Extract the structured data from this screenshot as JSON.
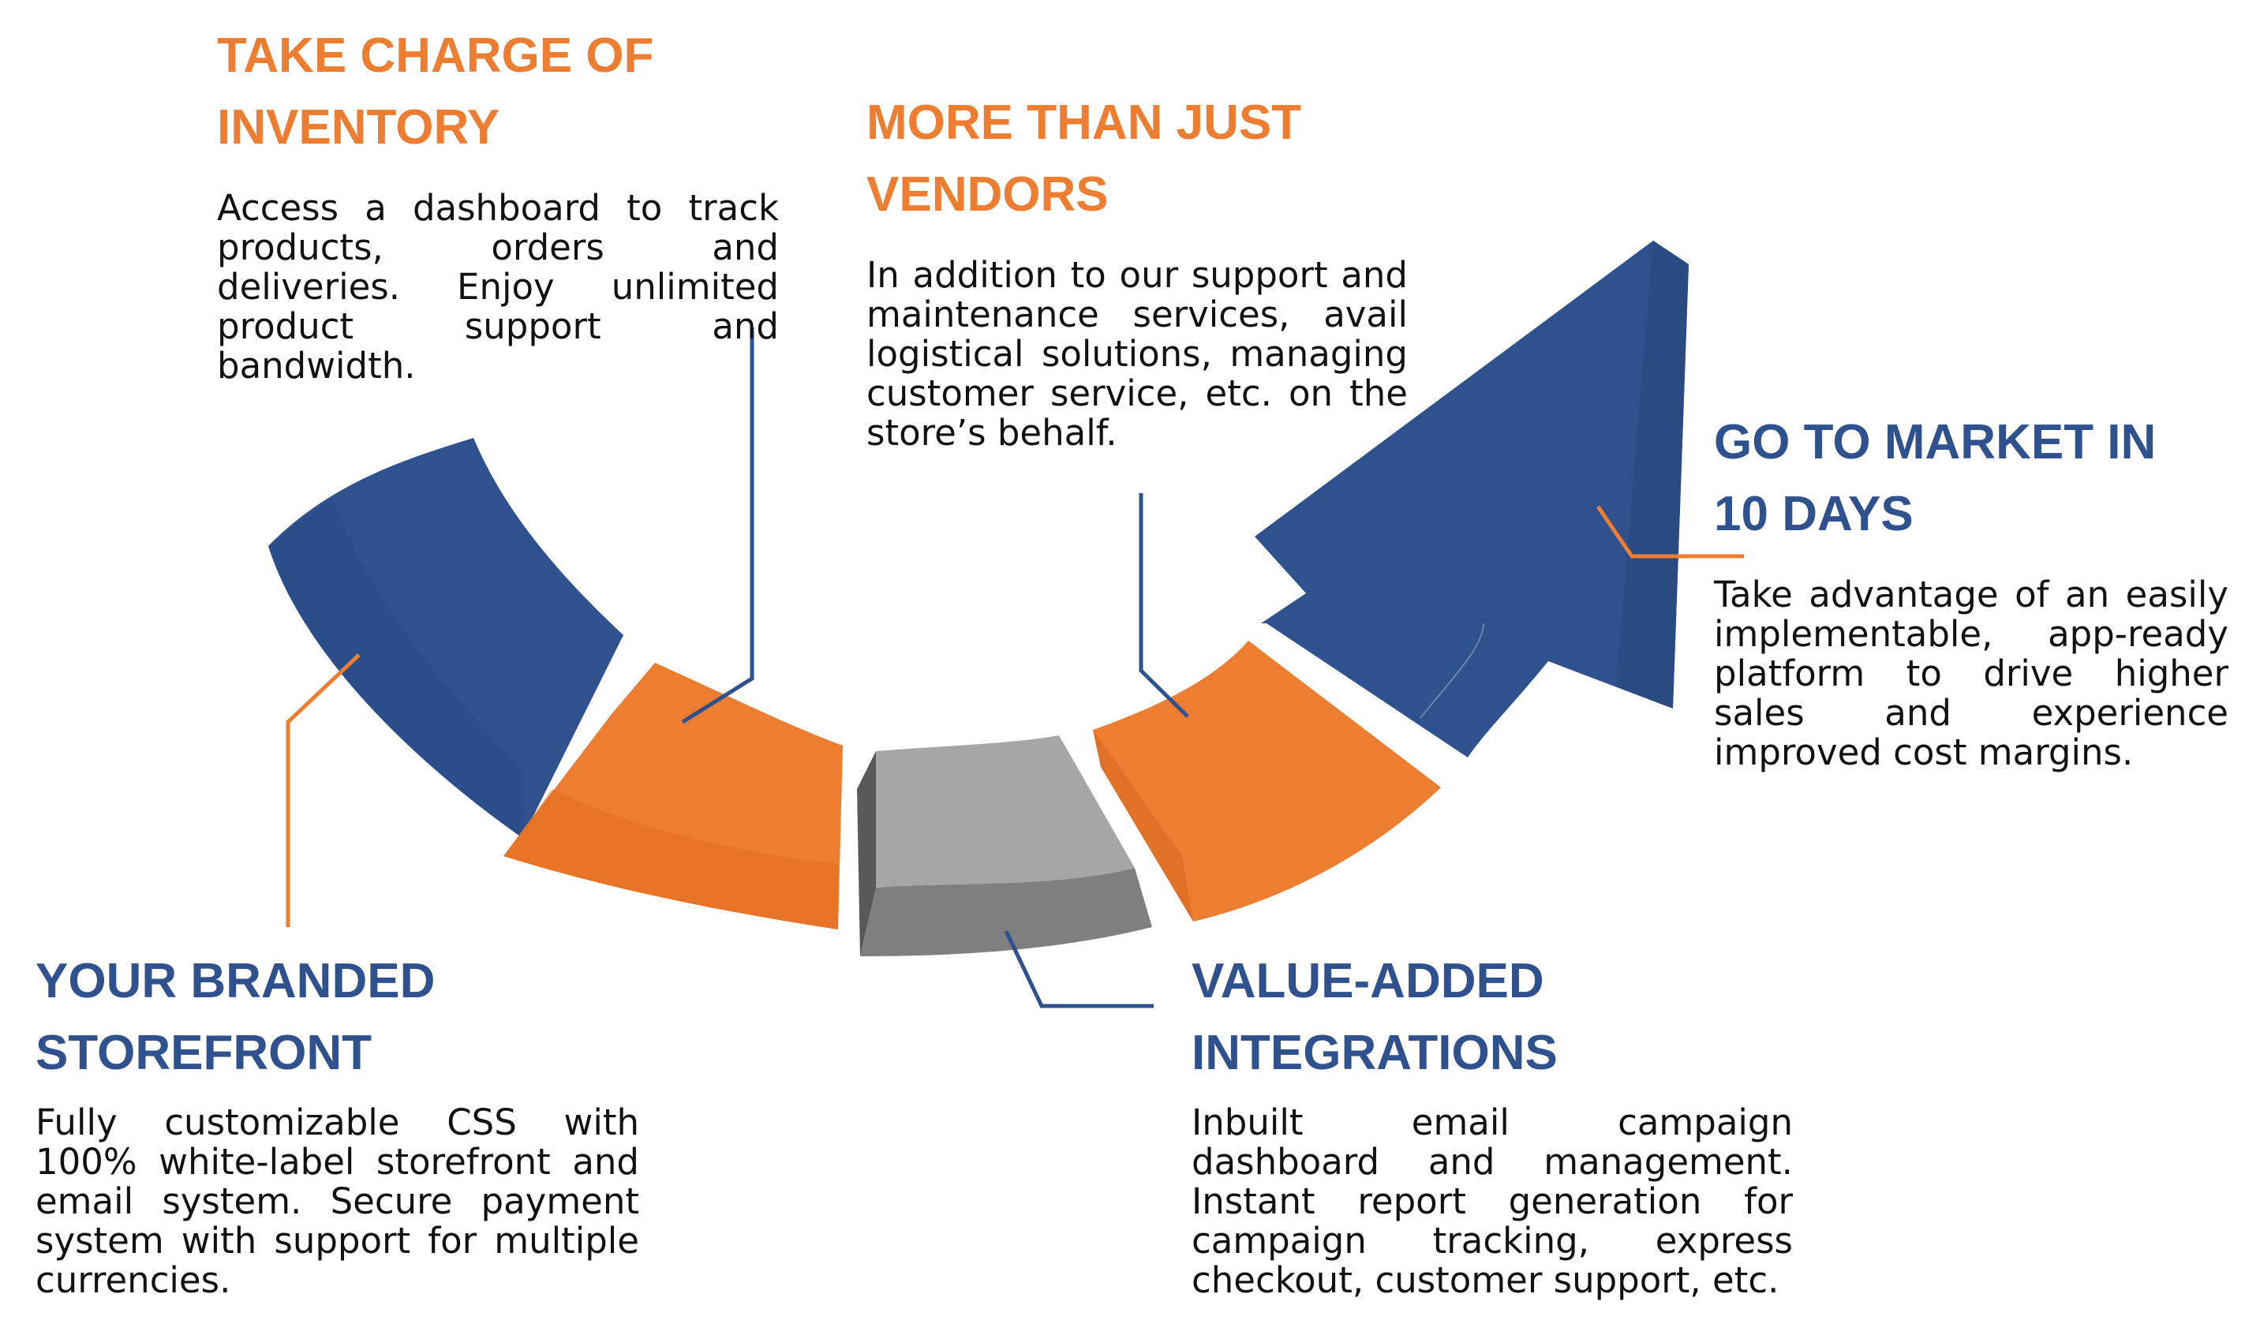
{
  "colors": {
    "blue": "#2f528f",
    "orange": "#ed7d31",
    "gray_top": "#a6a6a6",
    "gray_front": "#7f7f7f",
    "gray_side": "#595959"
  },
  "steps": [
    {
      "key": "storefront",
      "title_line1": "YOUR BRANDED",
      "title_line2": "STOREFRONT",
      "description": "Fully customizable CSS with 100% white-label storefront and email system. Secure payment system with support for multiple currencies.",
      "segment_color": "blue"
    },
    {
      "key": "inventory",
      "title_line1": "TAKE CHARGE OF",
      "title_line2": "INVENTORY",
      "description": "Access a dashboard to track products, orders and deliveries. Enjoy unlimited product support and bandwidth.",
      "segment_color": "orange"
    },
    {
      "key": "integrations",
      "title_line1": "VALUE-ADDED",
      "title_line2": "INTEGRATIONS",
      "description": "Inbuilt email campaign dashboard and management. Instant report generation for campaign tracking, express checkout, customer support, etc.",
      "segment_color": "gray"
    },
    {
      "key": "vendors",
      "title_line1": "MORE THAN JUST",
      "title_line2": "VENDORS",
      "description": "In addition to our support and maintenance services, avail logistical solutions, managing customer service, etc. on the store’s behalf.",
      "segment_color": "orange"
    },
    {
      "key": "market",
      "title_line1": "GO TO MARKET IN",
      "title_line2": "10 DAYS",
      "description": "Take advantage of an easily implementable, app-ready platform to drive higher sales and experience improved cost margins.",
      "segment_color": "blue"
    }
  ]
}
